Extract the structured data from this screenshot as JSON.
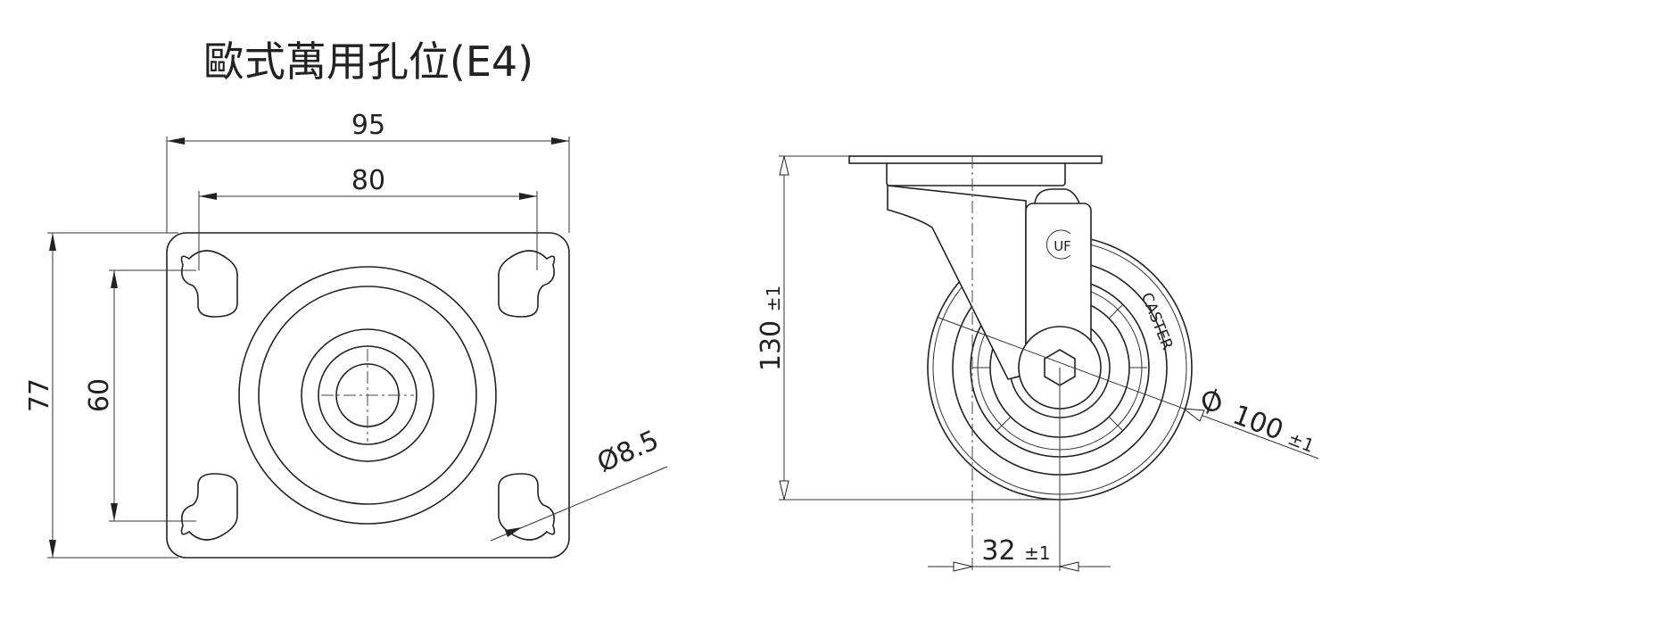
{
  "title": "歐式萬用孔位(E4)",
  "plate_view": {
    "width_dim": "95",
    "hole_spacing_x": "80",
    "height_dim": "77",
    "hole_spacing_y": "60",
    "hole_diameter": "Ø8.5"
  },
  "side_view": {
    "height_dim": "130",
    "height_tol": "±1",
    "offset_dim": "32",
    "offset_tol": "±1",
    "wheel_diameter_symbol": "Ø",
    "wheel_diameter": "100",
    "wheel_diameter_tol": "±1",
    "wheel_text": "CASTER",
    "logo_text": "UF"
  },
  "colors": {
    "line": "#222222",
    "background": "#ffffff"
  }
}
